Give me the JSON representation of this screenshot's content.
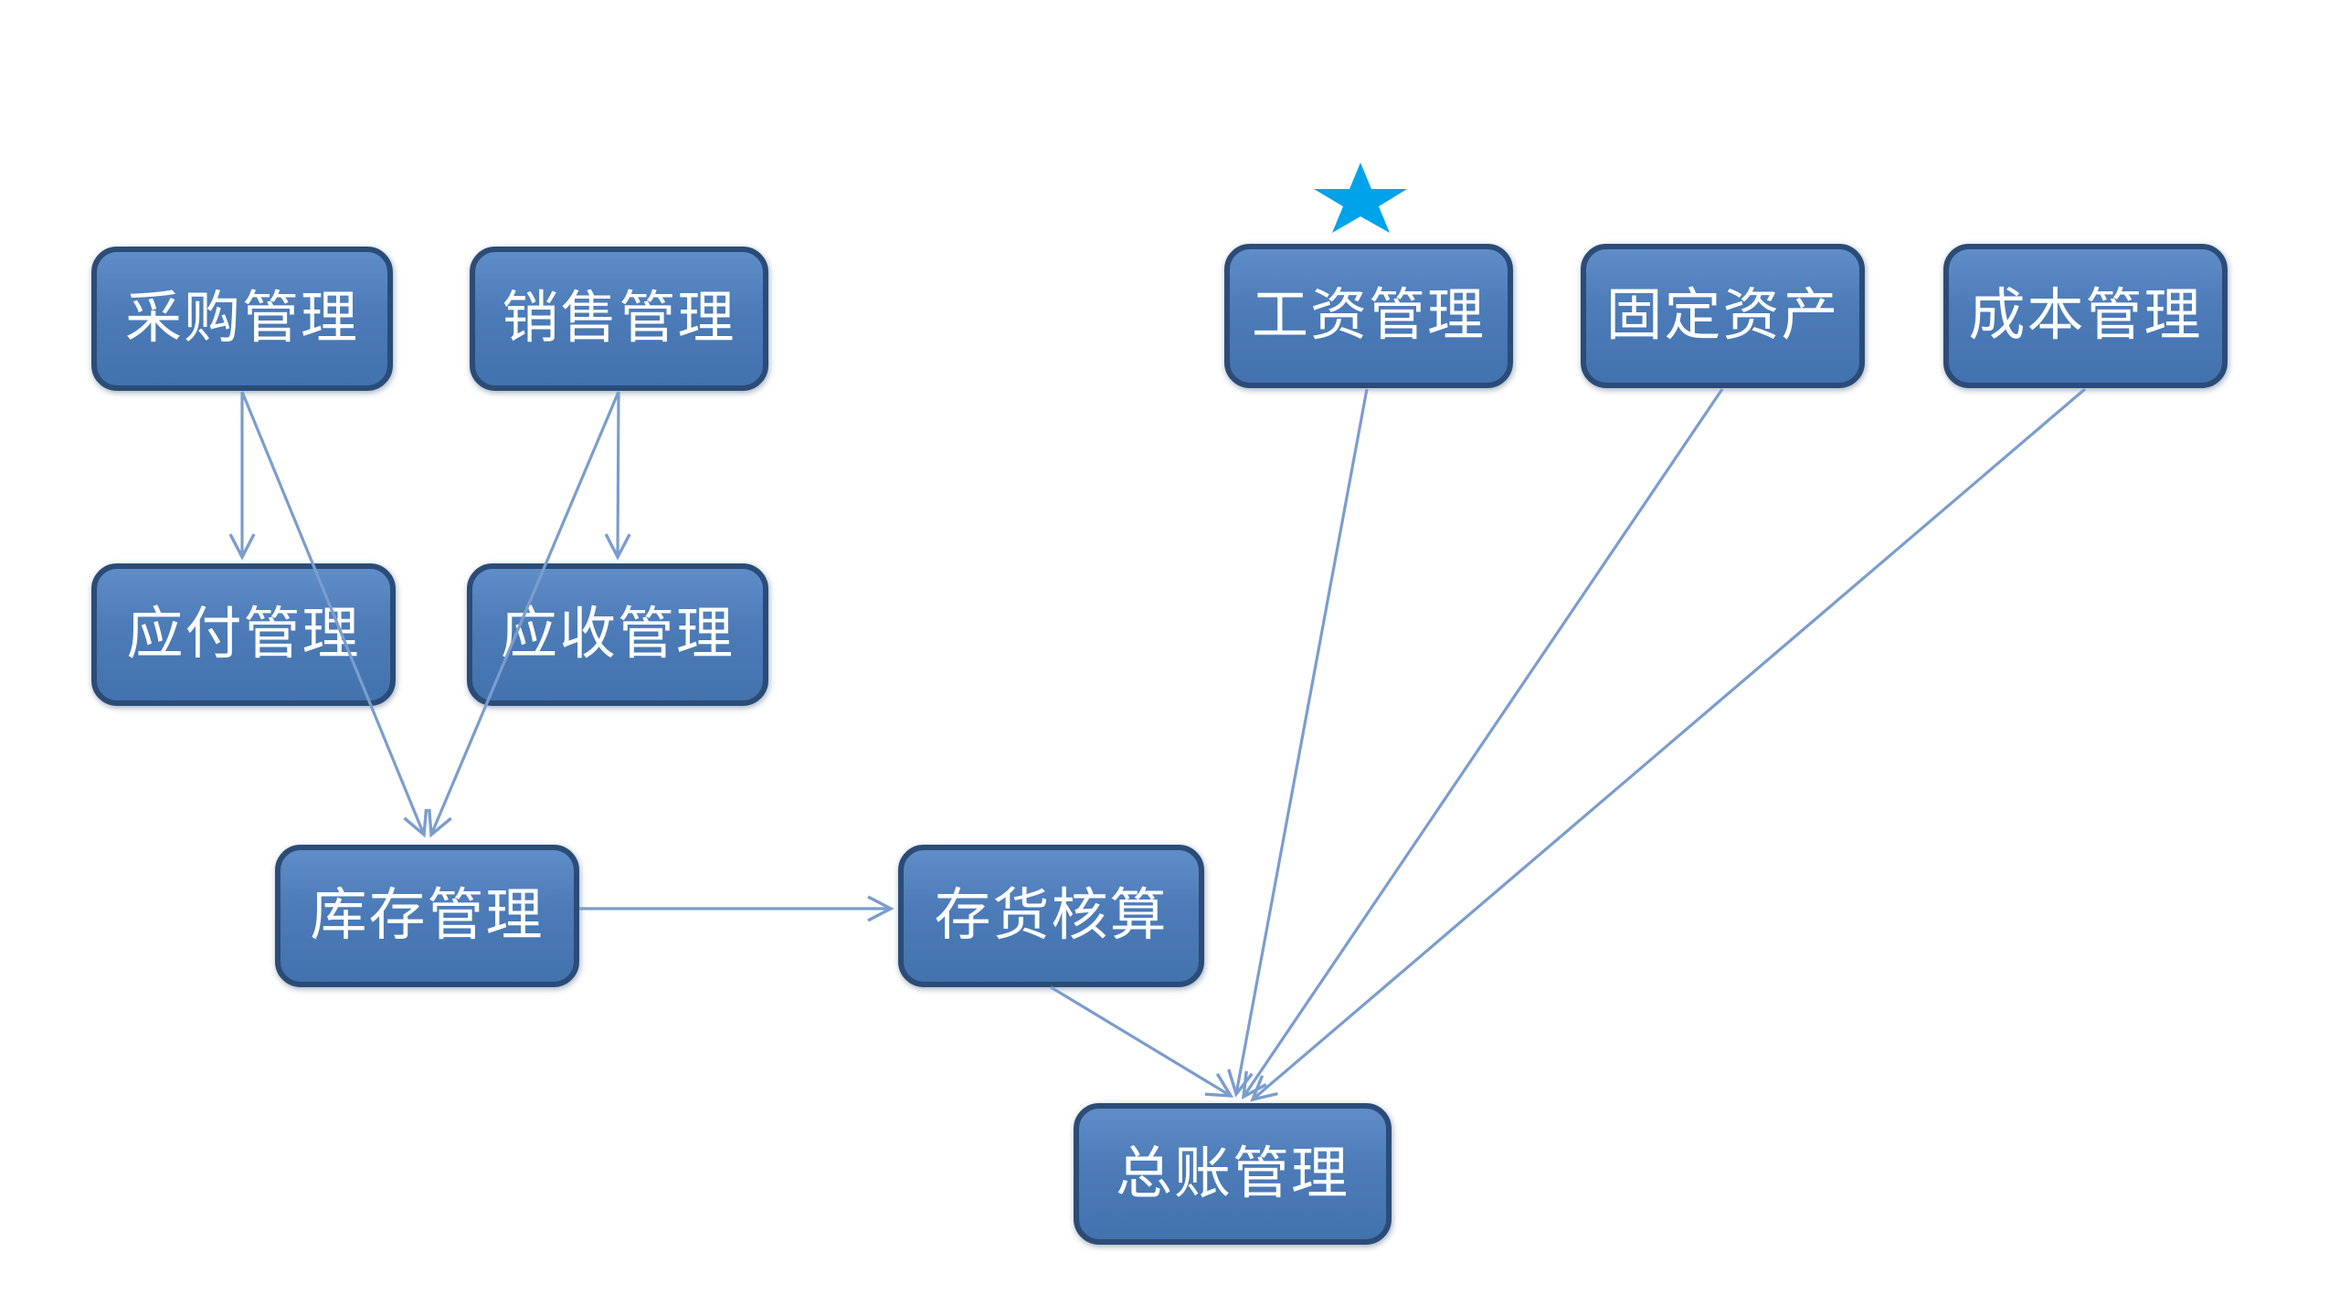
{
  "diagram": {
    "background_color": "#ffffff",
    "nodes": [
      {
        "id": "purchase-management",
        "label": "采购管理"
      },
      {
        "id": "sales-management",
        "label": "销售管理"
      },
      {
        "id": "payroll-management",
        "label": "工资管理",
        "marker": "star"
      },
      {
        "id": "fixed-assets",
        "label": "固定资产"
      },
      {
        "id": "cost-management",
        "label": "成本管理"
      },
      {
        "id": "payables-management",
        "label": "应付管理"
      },
      {
        "id": "receivables-management",
        "label": "应收管理"
      },
      {
        "id": "inventory-management",
        "label": "库存管理"
      },
      {
        "id": "inventory-accounting",
        "label": "存货核算"
      },
      {
        "id": "general-ledger-management",
        "label": "总账管理"
      }
    ],
    "edges": [
      {
        "from": "采购管理",
        "to": "应付管理"
      },
      {
        "from": "销售管理",
        "to": "应收管理"
      },
      {
        "from": "采购管理",
        "to": "库存管理"
      },
      {
        "from": "销售管理",
        "to": "库存管理"
      },
      {
        "from": "库存管理",
        "to": "存货核算"
      },
      {
        "from": "存货核算",
        "to": "总账管理"
      },
      {
        "from": "工资管理",
        "to": "总账管理"
      },
      {
        "from": "固定资产",
        "to": "总账管理"
      },
      {
        "from": "成本管理",
        "to": "总账管理"
      }
    ],
    "star_marker": {
      "icon": "five-point-star",
      "above_node": "工资管理"
    },
    "colors": {
      "node_fill": "#4c7bb8",
      "node_fill_light": "#5f8dc8",
      "node_fill_dark": "#4373ae",
      "node_border": "#2b4c77",
      "node_text": "#ffffff",
      "connector": "#7b9dcd",
      "star": "#00a2e9"
    }
  }
}
